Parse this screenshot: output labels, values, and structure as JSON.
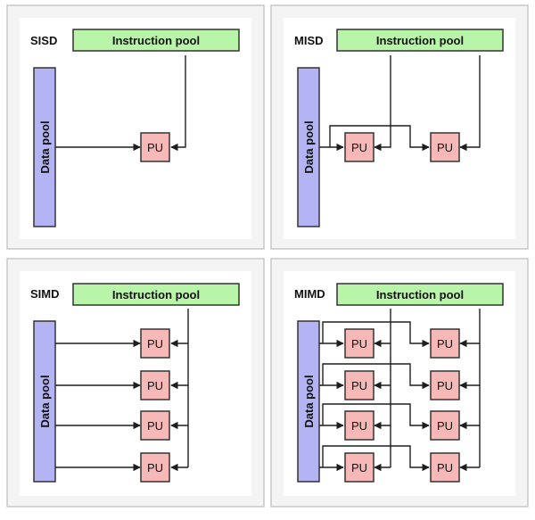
{
  "colors": {
    "instruction_pool_fill": "#b8f5a8",
    "data_pool_fill": "#b4b4f5",
    "pu_fill": "#f7b8b8",
    "box_stroke": "#333333",
    "wire": "#1e1e1e"
  },
  "instruction_pool_label": "Instruction pool",
  "data_pool_label": "Data pool",
  "pu_label": "PU",
  "panels": {
    "sisd": {
      "title": "SISD"
    },
    "misd": {
      "title": "MISD"
    },
    "simd": {
      "title": "SIMD"
    },
    "mimd": {
      "title": "MIMD"
    }
  }
}
